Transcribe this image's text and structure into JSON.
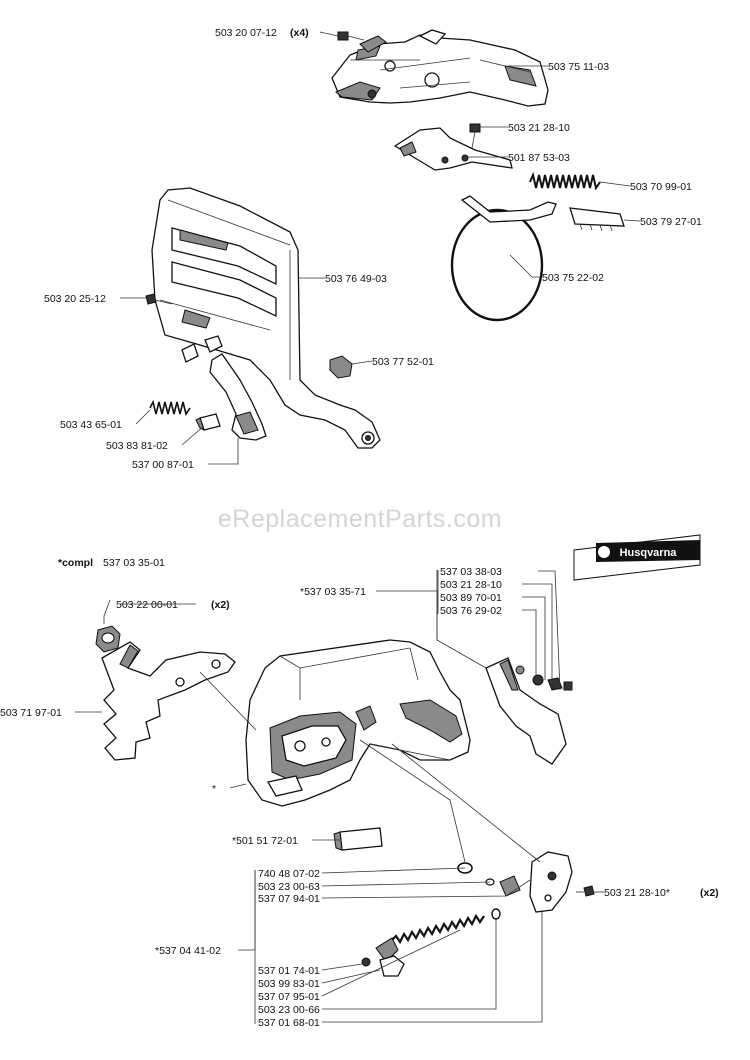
{
  "watermark": "eReplacementParts.com",
  "brand_logo": "Husqvarna",
  "labels": {
    "p_503200712": "503 20 07-12",
    "p_503200712_qty": "(x4)",
    "p_503751103": "503 75 11-03",
    "p_503212810a": "503 21 28-10",
    "p_501875303": "501 87 53-03",
    "p_503709901": "503 70 99-01",
    "p_503792701": "503 79 27-01",
    "p_503764903": "503 76 49-03",
    "p_503752202": "503 75 22-02",
    "p_503202512": "503 20 25-12",
    "p_503775201": "503 77 52-01",
    "p_503436501": "503 43 65-01",
    "p_503838102": "503 83 81-02",
    "p_537008701": "537 00 87-01",
    "compl_prefix": "*compl",
    "compl_num": "537 03 35-01",
    "p_537033571": "*537 03 35-71",
    "p_537033803": "537 03 38-03",
    "p_503212810b": "503 21 28-10",
    "p_503897001": "503 89 70-01",
    "p_503762902": "503 76 29-02",
    "p_503220001": "503 22 00-01",
    "p_503220001_qty": "(x2)",
    "p_503719701": "503 71 97-01",
    "asterisk": "*",
    "p_501517201": "*501 51 72-01",
    "p_740480702": "740 48 07-02",
    "p_503230063": "503 23 00-63",
    "p_537079401": "537 07 94-01",
    "p_503212810c": "503 21 28-10*",
    "p_503212810c_qty": "(x2)",
    "p_537044102": "*537 04 41-02",
    "p_537017401": "537 01 74-01",
    "p_503998301": "503 99 83-01",
    "p_537079501": "537 07 95-01",
    "p_503230066": "503 23 00-66",
    "p_537016801": "537 01 68-01"
  }
}
